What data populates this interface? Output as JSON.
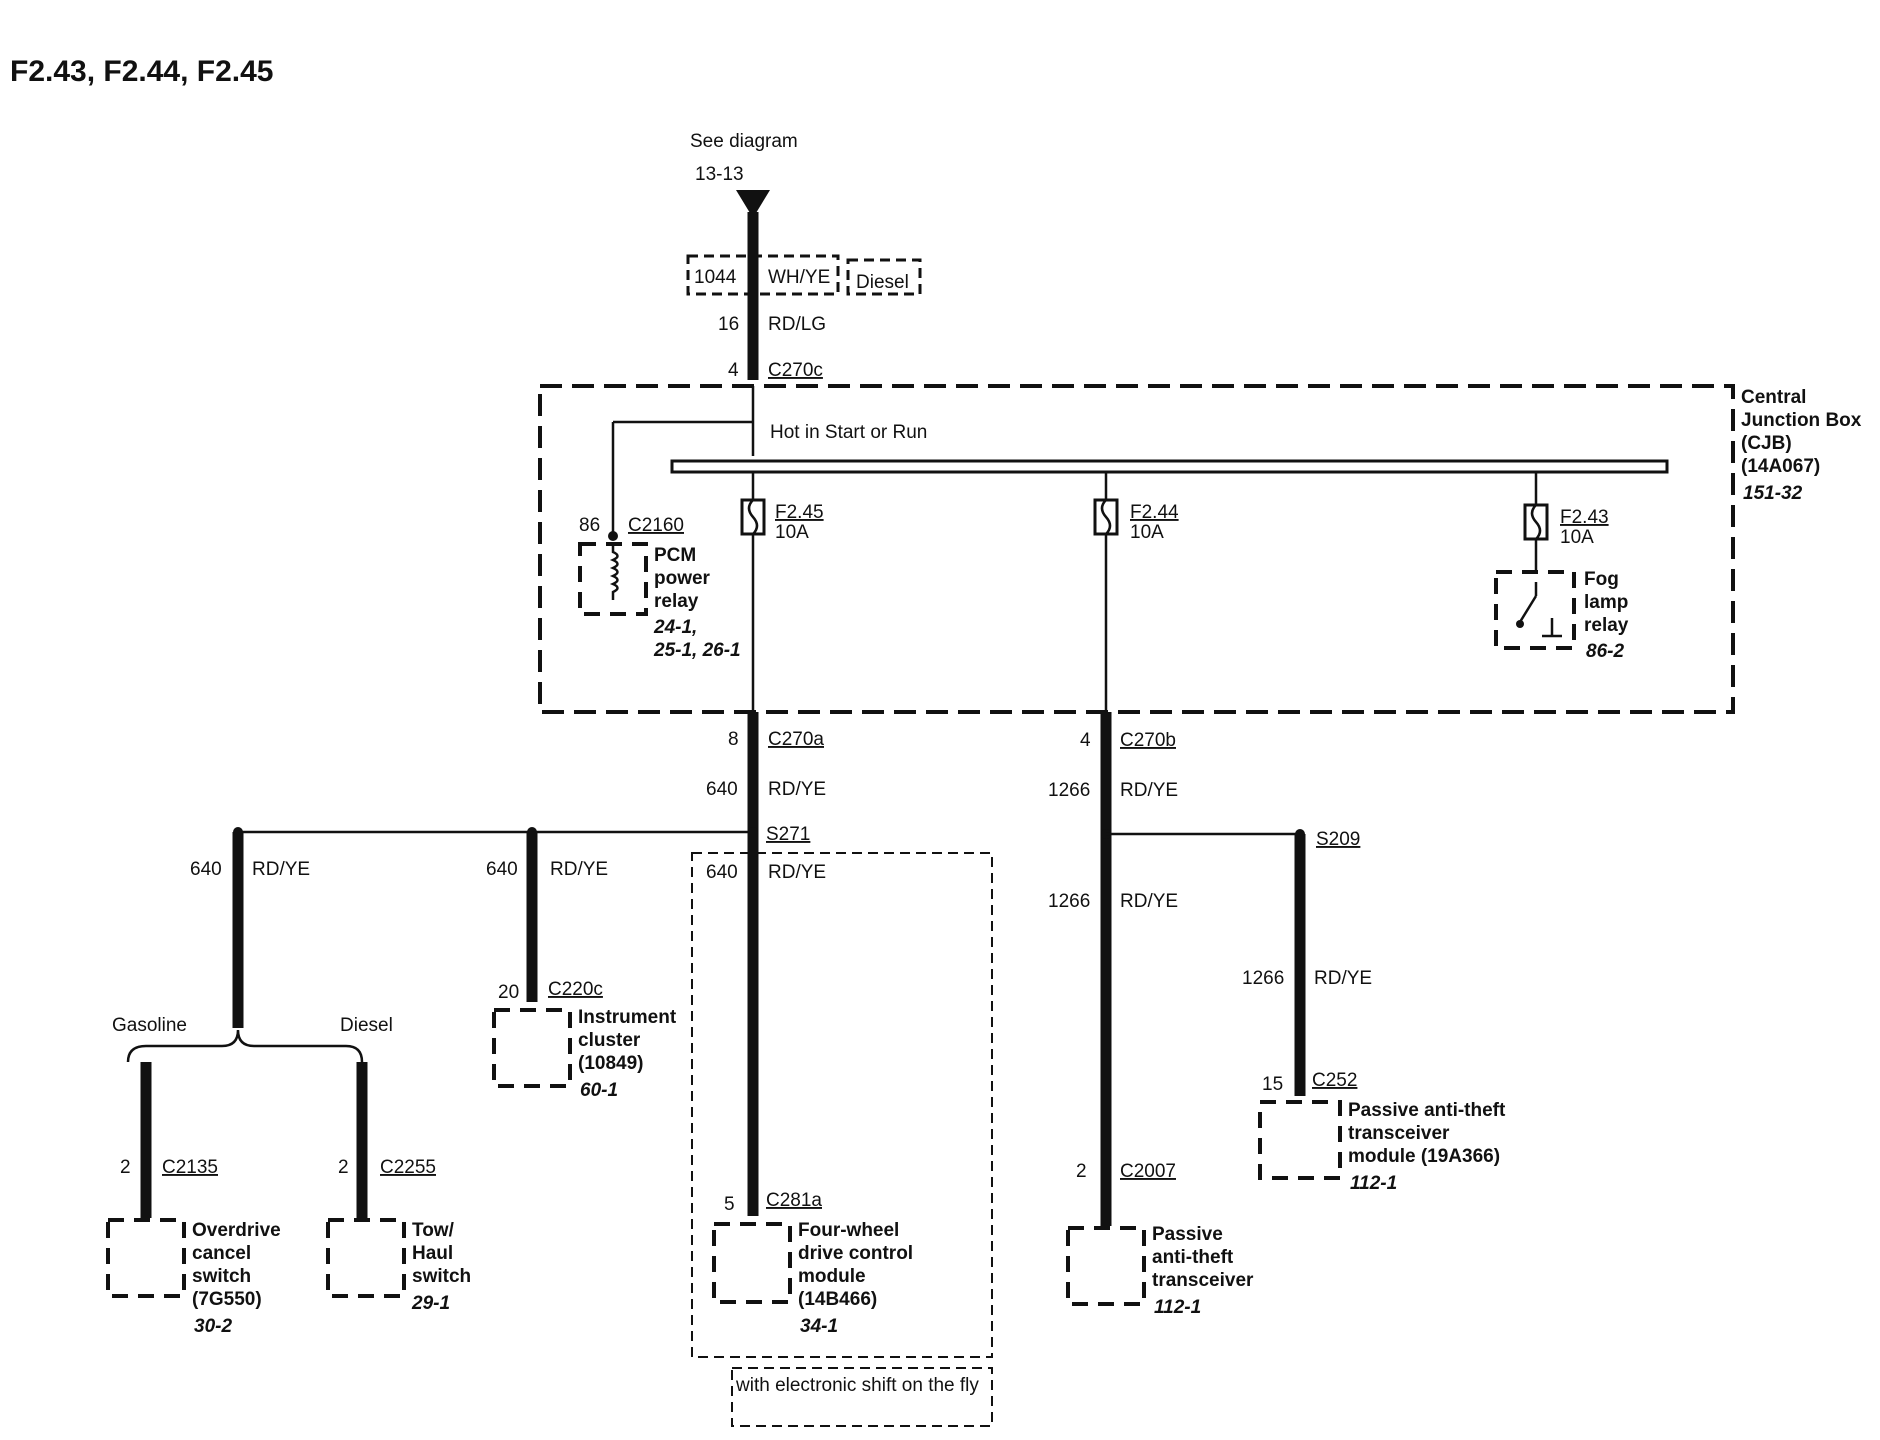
{
  "title": "F2.43, F2.44, F2.45",
  "source": {
    "see": "See diagram",
    "ref": "13-13"
  },
  "feed": {
    "circuit_a": "1044",
    "color_a": "WH/YE",
    "diesel": "Diesel",
    "circuit_b": "16",
    "color_b": "RD/LG",
    "pin": "4",
    "connector": "C270c"
  },
  "cjb": {
    "line1": "Central",
    "line2": "Junction Box",
    "line3": "(CJB)",
    "line4": "(14A067)",
    "ref": "151-32",
    "hot": "Hot in Start or Run"
  },
  "pcm_relay": {
    "pin": "86",
    "connector": "C2160",
    "line1": "PCM",
    "line2": "power",
    "line3": "relay",
    "ref1": "24-1,",
    "ref2": "25-1, 26-1"
  },
  "fuses": [
    {
      "name": "F2.45",
      "rating": "10A"
    },
    {
      "name": "F2.44",
      "rating": "10A"
    },
    {
      "name": "F2.43",
      "rating": "10A"
    }
  ],
  "fog_relay": {
    "line1": "Fog",
    "line2": "lamp",
    "line3": "relay",
    "ref": "86-2"
  },
  "c270a": {
    "pin": "8",
    "connector": "C270a",
    "circuit": "640",
    "color": "RD/YE",
    "splice": "S271"
  },
  "c270b": {
    "pin": "4",
    "connector": "C270b",
    "circuit": "1266",
    "color": "RD/YE",
    "splice": "S209"
  },
  "branch_640": {
    "circuit": "640",
    "color": "RD/YE"
  },
  "branch_1266": {
    "circuit": "1266",
    "color": "RD/YE"
  },
  "options": {
    "gasoline": "Gasoline",
    "diesel": "Diesel"
  },
  "overdrive": {
    "pin": "2",
    "connector": "C2135",
    "line1": "Overdrive",
    "line2": "cancel",
    "line3": "switch",
    "line4": "(7G550)",
    "ref": "30-2"
  },
  "towhaul": {
    "pin": "2",
    "connector": "C2255",
    "line1": "Tow/",
    "line2": "Haul",
    "line3": "switch",
    "ref": "29-1"
  },
  "cluster": {
    "pin": "20",
    "connector": "C220c",
    "line1": "Instrument",
    "line2": "cluster",
    "line3": "(10849)",
    "ref": "60-1"
  },
  "fourwd": {
    "pin": "5",
    "connector": "C281a",
    "line1": "Four-wheel",
    "line2": "drive control",
    "line3": "module",
    "line4": "(14B466)",
    "ref": "34-1",
    "condition": "with electronic shift on the fly"
  },
  "pats": {
    "pin": "2",
    "connector": "C2007",
    "line1": "Passive",
    "line2": "anti-theft",
    "line3": "transceiver",
    "ref": "112-1"
  },
  "pats_module": {
    "pin": "15",
    "connector": "C252",
    "line1": "Passive anti-theft",
    "line2": "transceiver",
    "line3": "module (19A366)",
    "ref": "112-1"
  }
}
